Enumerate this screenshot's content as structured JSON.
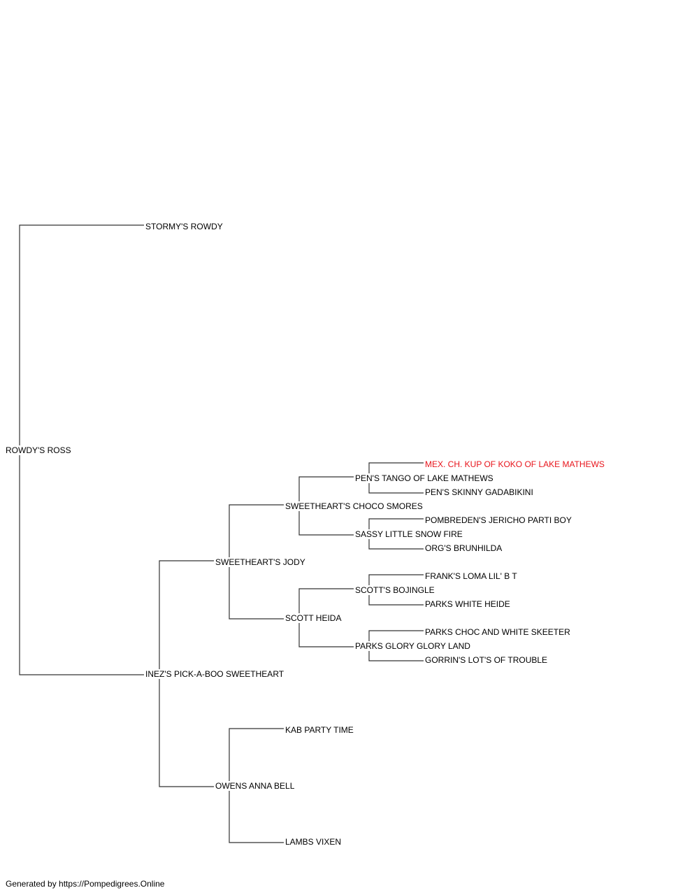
{
  "pedigree": {
    "subject": "ROWDY'S ROSS",
    "sire": "STORMY'S ROWDY",
    "dam": "INEZ'S PICK-A-BOO SWEETHEART",
    "dam_sire": "SWEETHEART'S JODY",
    "dam_dam": "OWENS ANNA BELL",
    "dam_sire_sire": "SWEETHEART'S CHOCO SMORES",
    "dam_sire_dam": "SCOTT HEIDA",
    "dam_dam_sire": "KAB PARTY TIME",
    "dam_dam_dam": "LAMBS VIXEN",
    "dsss": "PEN'S TANGO OF LAKE MATHEWS",
    "dssd": "SASSY LITTLE SNOW FIRE",
    "dsds": "SCOTT'S BOJINGLE",
    "dsdd": "PARKS GLORY GLORY LAND",
    "dssss": "MEX. CH. KUP OF KOKO OF LAKE MATHEWS",
    "dsssd": "PEN'S SKINNY GADABIKINI",
    "dssds": "POMBREDEN'S JERICHO PARTI BOY",
    "dssdd": "ORG'S BRUNHILDA",
    "dsdss": "FRANK'S LOMA LIL' B T",
    "dsdsd": "PARKS WHITE HEIDE",
    "dsdds": "PARKS CHOC AND WHITE SKEETER",
    "dsddd": "GORRIN'S LOT'S OF TROUBLE"
  },
  "colors": {
    "line": "#333333",
    "text": "#000000",
    "highlight": "#e8141b"
  },
  "footer": "Generated by https://Pompedigrees.Online"
}
